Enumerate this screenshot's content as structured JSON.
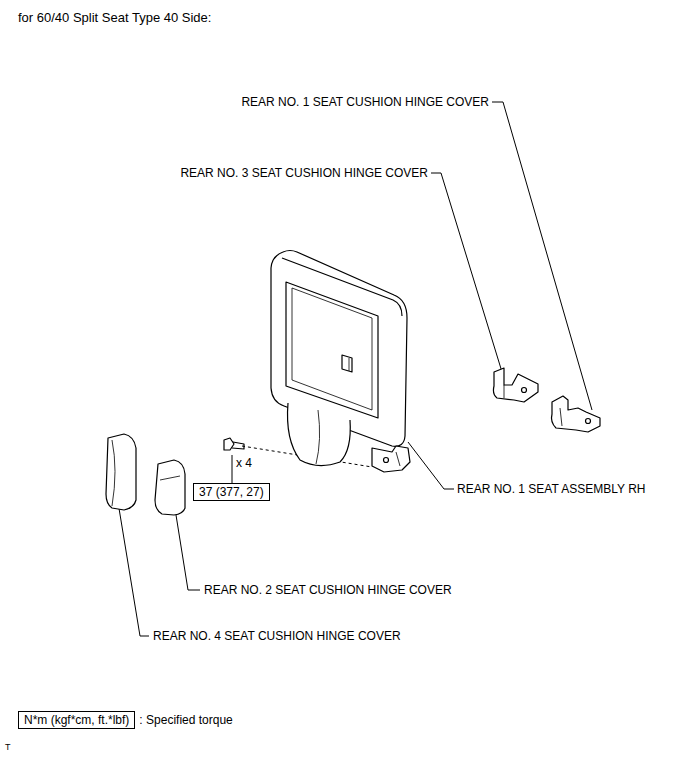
{
  "diagram": {
    "title": "for 60/40 Split Seat Type 40 Side:",
    "nodes": [
      {
        "text": [
          "37 (377, 27)"
        ]
      },
      {
        "text": [
          "N*m (kgf*cm, ft.*lbf)",
          ": Specified torque"
        ]
      }
    ],
    "labels": [
      "REAR NO. 1 SEAT CUSHION HINGE COVER",
      "REAR NO. 3 SEAT CUSHION HINGE COVER",
      "x 4",
      "REAR NO. 1 SEAT ASSEMBLY RH",
      "REAR NO. 2 SEAT CUSHION HINGE COVER",
      "REAR NO. 4 SEAT CUSHION HINGE COVER",
      "T"
    ]
  }
}
